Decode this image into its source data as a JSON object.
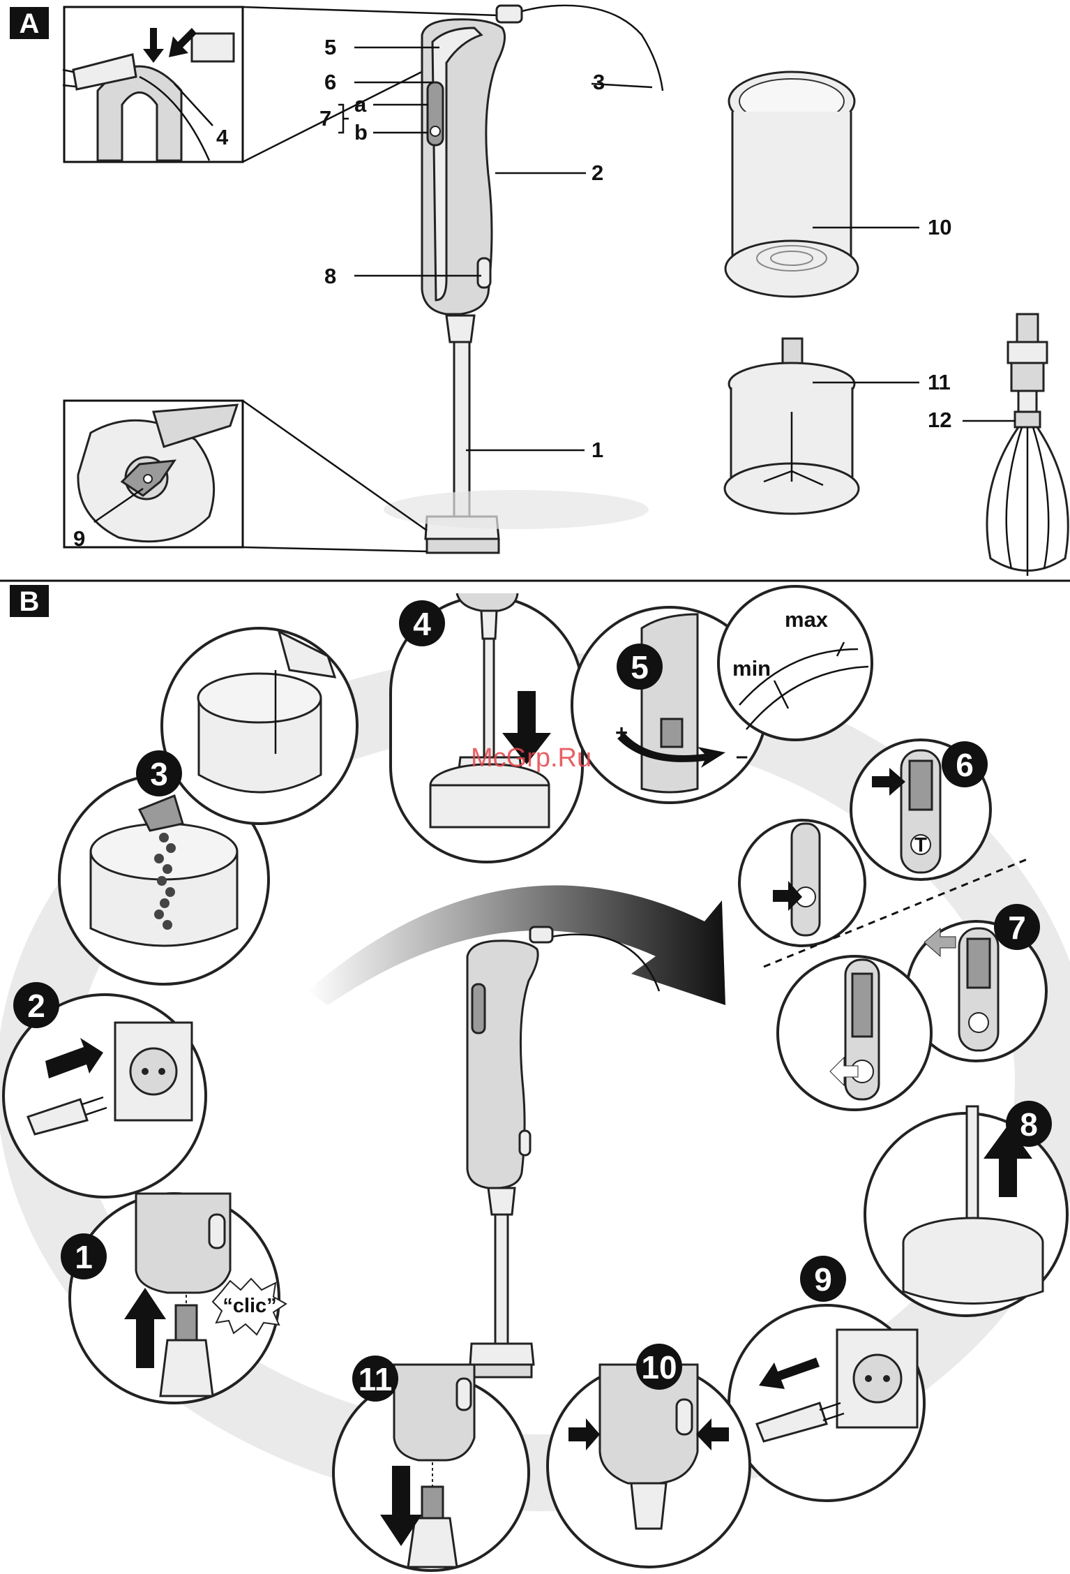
{
  "section_a": {
    "tag": "A"
  },
  "section_b": {
    "tag": "B"
  },
  "part_labels": [
    "1",
    "2",
    "3",
    "4",
    "5",
    "6",
    "7",
    "a",
    "b",
    "8",
    "9",
    "10",
    "11",
    "12"
  ],
  "steps": [
    "1",
    "2",
    "3",
    "4",
    "5",
    "6",
    "7",
    "8",
    "9",
    "10",
    "11"
  ],
  "annotations": {
    "max": "max",
    "min": "min",
    "plus": "+",
    "minus": "–",
    "clic": "“clic”",
    "t_mark": "T"
  },
  "watermark": "McGrp.Ru"
}
